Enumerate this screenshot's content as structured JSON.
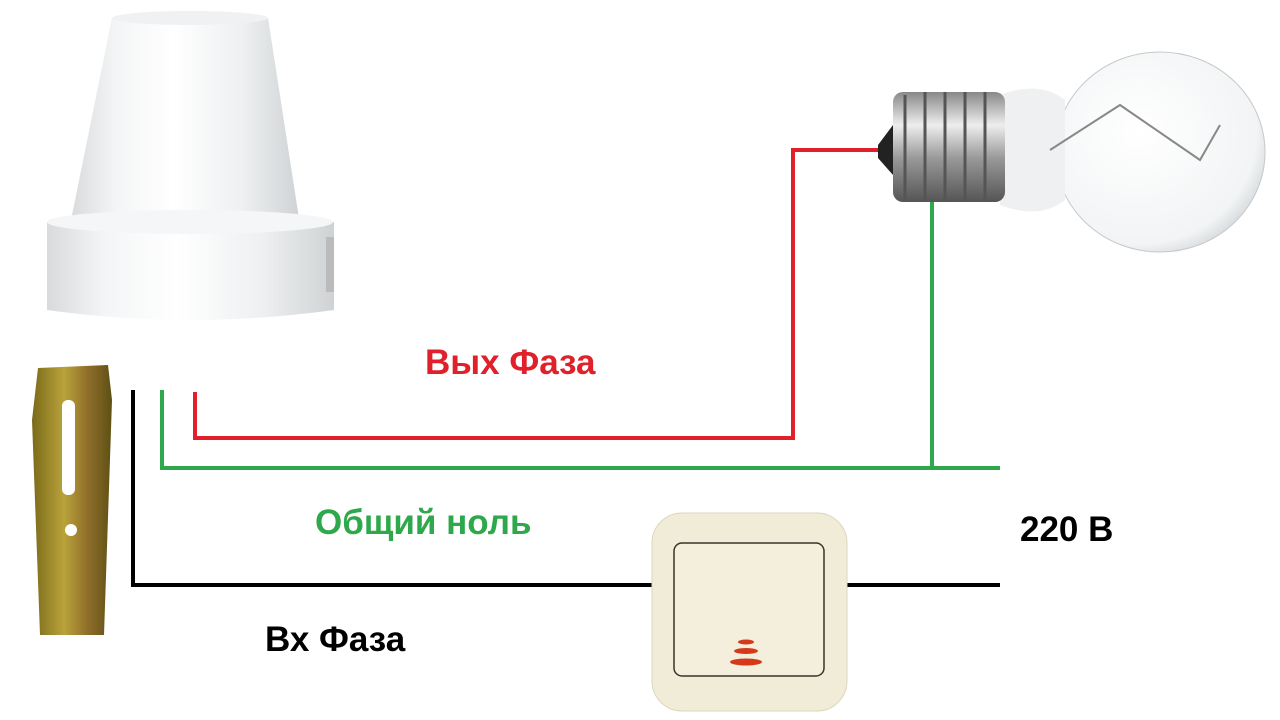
{
  "labels": {
    "out_phase": "Вых Фаза",
    "common_neutral": "Общий ноль",
    "voltage": "220 В",
    "in_phase": "Вх Фаза"
  },
  "colors": {
    "phase_out": "#e0202a",
    "neutral": "#2ea84a",
    "phase_in": "#000000"
  }
}
